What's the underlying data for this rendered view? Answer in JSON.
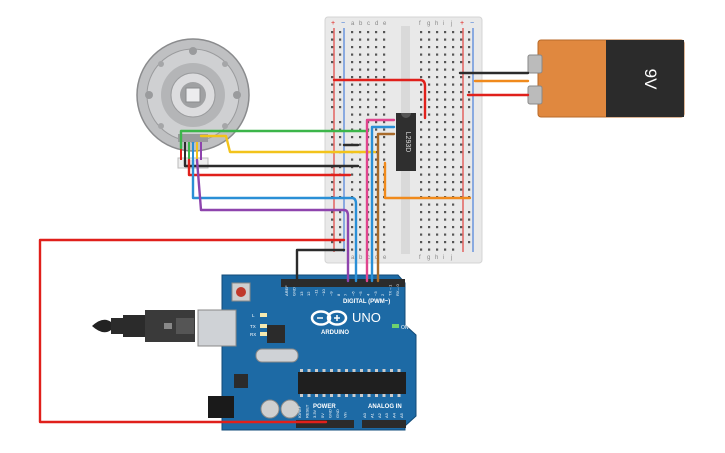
{
  "breadboard": {
    "col_letters_left": [
      "a",
      "b",
      "c",
      "d",
      "e"
    ],
    "col_letters_right": [
      "f",
      "g",
      "h",
      "i",
      "j"
    ],
    "row_count": 30,
    "rail_plus": "+",
    "rail_minus": "−"
  },
  "ic": {
    "label": "L293D"
  },
  "battery": {
    "label": "9V"
  },
  "arduino": {
    "brand": "ARDUINO",
    "model": "UNO",
    "on_label": "ON",
    "digital_label": "DIGITAL (PWM~)",
    "power_label": "POWER",
    "analog_label": "ANALOG IN",
    "led_labels": [
      "L",
      "TX",
      "RX"
    ],
    "digital_pins": [
      "AREF",
      "GND",
      "13",
      "12",
      "~11",
      "~10",
      "~9",
      "8",
      "7",
      "~6",
      "~5",
      "4",
      "~3",
      "2",
      "TX→1",
      "RX←0"
    ],
    "power_pins": [
      "IOREF",
      "RESET",
      "3.3V",
      "5V",
      "GND",
      "GND",
      "Vin"
    ],
    "analog_pins": [
      "A0",
      "A1",
      "A2",
      "A3",
      "A4",
      "A5"
    ]
  },
  "colors": {
    "wire_red": "#e0201b",
    "wire_black": "#2b2b2b",
    "wire_green": "#3cb54a",
    "wire_yellow": "#f2c31b",
    "wire_blue": "#2a8fd6",
    "wire_purple": "#8e44ad",
    "wire_pink": "#e0458e",
    "wire_brown": "#a86a2a",
    "wire_orange": "#f08a1c",
    "board_blue": "#1d6aa5",
    "battery_orange": "#e0883f",
    "breadboard": "#e9e9e9"
  },
  "icons": {
    "motor": "dc-motor-with-encoder-icon",
    "usb": "usb-b-cable-icon",
    "logo": "arduino-infinity-logo-icon"
  }
}
